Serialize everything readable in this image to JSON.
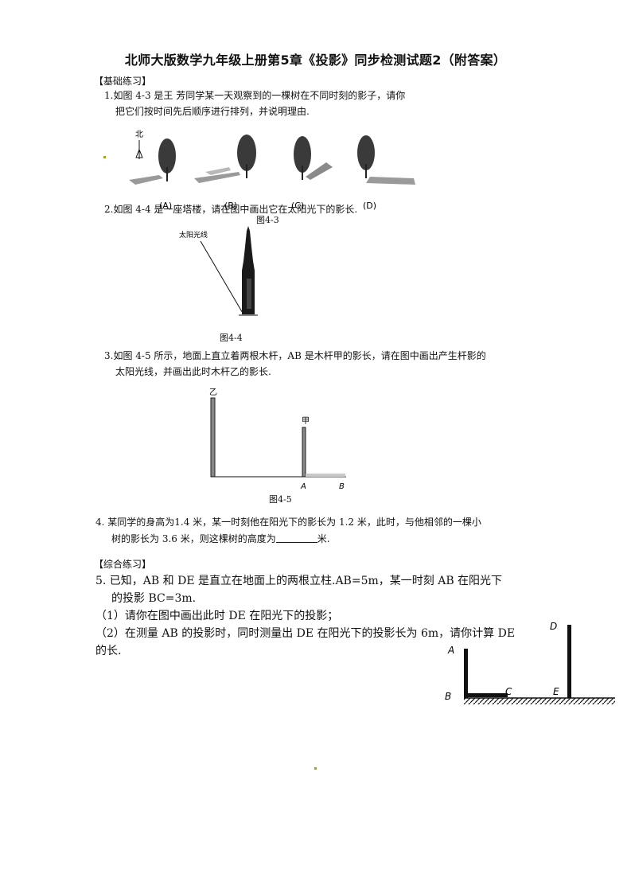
{
  "title": "北师大版数学九年级上册第5章《投影》同步检测试题2（附答案）",
  "section_basic": "【基础练习】",
  "q1": {
    "line1": "1.如图 4-3 是王  芳同学某一天观察到的一棵树在不同时刻的影子，请你",
    "line2": "把它们按时间先后顺序进行排列，并说明理由.",
    "north": "北",
    "labels": [
      "(A)",
      "(B)",
      "(C)",
      "(D)"
    ],
    "figure": "图4-3"
  },
  "q2": {
    "text": "2.如图 4-4 是一座塔楼，请在图中画出它在太阳光下的影长.",
    "sunlight": "太阳光线",
    "figure": "图4-4"
  },
  "q3": {
    "line1": "3.如图 4-5 所示，地面上直立着两根木杆，AB 是木杆甲的影长，请在图中画出产生杆影的",
    "line2": "太阳光线，并画出此时木杆乙的影长.",
    "pole_yi": "乙",
    "pole_jia": "甲",
    "point_a": "A",
    "point_b": "B",
    "figure": "图4-5"
  },
  "q4": {
    "line1": "4. 某同学的身高为1.4 米，某一时刻他在阳光下的影长为 1.2 米，此时，与他相邻的一棵小",
    "line2_pre": "树的影长为 3.6 米，则这棵树的高度为",
    "line2_post": "米."
  },
  "section_comprehensive": "【综合练习】",
  "q5": {
    "line1": "5.  已知，AB 和 DE 是直立在地面上的两根立柱.AB=5m，某一时刻 AB 在阳光下",
    "line2": "的投影 BC=3m.",
    "line3": "（1）请你在图中画出此时 DE 在阳光下的投影；",
    "line4": "（2）在测量 AB 的投影时，同时测量出 DE 在阳光下的投影长为 6m，请你计算 DE",
    "line5": "的长.",
    "labels": {
      "a": "A",
      "b": "B",
      "c": "C",
      "d": "D",
      "e": "E"
    }
  }
}
